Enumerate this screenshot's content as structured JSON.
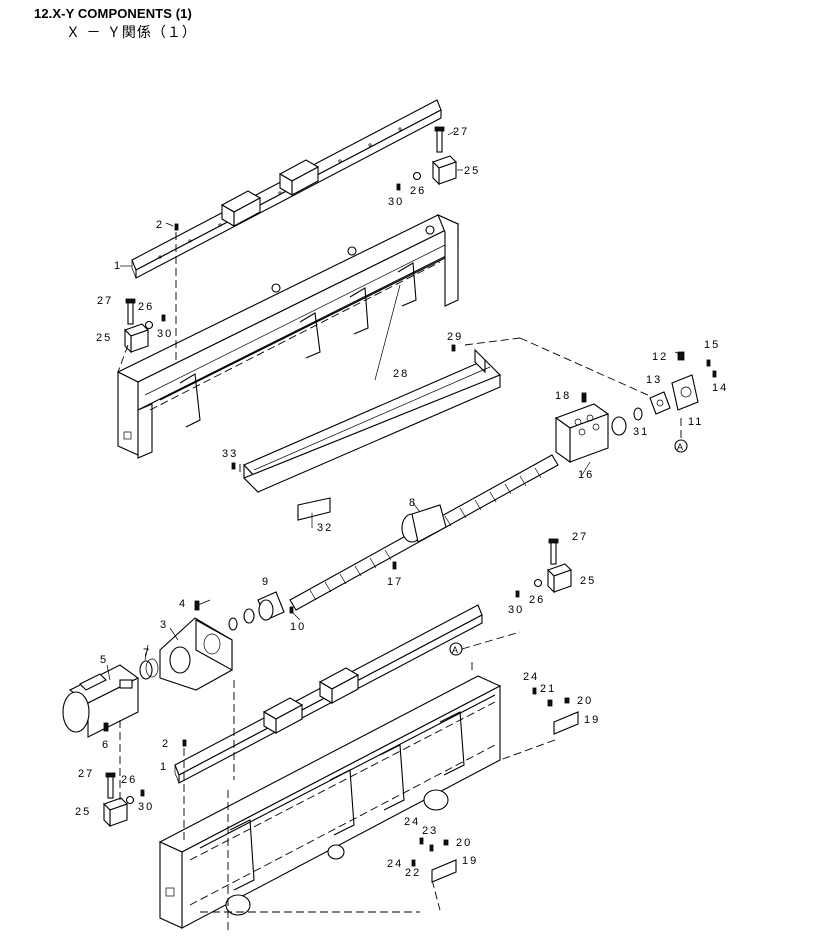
{
  "header": {
    "title": "12.X-Y COMPONENTS (1)",
    "subtitle": "Ｘ － Ｙ関係（１）"
  },
  "callouts": [
    {
      "id": "c27a",
      "text": "27"
    },
    {
      "id": "c25a",
      "text": "25"
    },
    {
      "id": "c26a",
      "text": "26"
    },
    {
      "id": "c30a",
      "text": "30"
    },
    {
      "id": "c2a",
      "text": "2"
    },
    {
      "id": "c1a",
      "text": "1"
    },
    {
      "id": "c27b",
      "text": "27"
    },
    {
      "id": "c26b",
      "text": "26"
    },
    {
      "id": "c25b",
      "text": "25"
    },
    {
      "id": "c30b",
      "text": "30"
    },
    {
      "id": "c29",
      "text": "29"
    },
    {
      "id": "c28",
      "text": "28"
    },
    {
      "id": "c12",
      "text": "12"
    },
    {
      "id": "c15",
      "text": "15"
    },
    {
      "id": "c13",
      "text": "13"
    },
    {
      "id": "c14",
      "text": "14"
    },
    {
      "id": "c18",
      "text": "18"
    },
    {
      "id": "c11",
      "text": "11"
    },
    {
      "id": "c31",
      "text": "31"
    },
    {
      "id": "cA1",
      "text": "A"
    },
    {
      "id": "c33",
      "text": "33"
    },
    {
      "id": "c16",
      "text": "16"
    },
    {
      "id": "c8",
      "text": "8"
    },
    {
      "id": "c32",
      "text": "32"
    },
    {
      "id": "c27c",
      "text": "27"
    },
    {
      "id": "c25c",
      "text": "25"
    },
    {
      "id": "c17",
      "text": "17"
    },
    {
      "id": "c9",
      "text": "9"
    },
    {
      "id": "c26c",
      "text": "26"
    },
    {
      "id": "c30c",
      "text": "30"
    },
    {
      "id": "c4",
      "text": "4"
    },
    {
      "id": "c10",
      "text": "10"
    },
    {
      "id": "c3",
      "text": "3"
    },
    {
      "id": "c5",
      "text": "5"
    },
    {
      "id": "c7",
      "text": "7"
    },
    {
      "id": "cA2",
      "text": "A"
    },
    {
      "id": "c24a",
      "text": "24"
    },
    {
      "id": "c21",
      "text": "21"
    },
    {
      "id": "c20a",
      "text": "20"
    },
    {
      "id": "c19a",
      "text": "19"
    },
    {
      "id": "c6",
      "text": "6"
    },
    {
      "id": "c2b",
      "text": "2"
    },
    {
      "id": "c1b",
      "text": "1"
    },
    {
      "id": "c27d",
      "text": "27"
    },
    {
      "id": "c26d",
      "text": "26"
    },
    {
      "id": "c30d",
      "text": "30"
    },
    {
      "id": "c25d",
      "text": "25"
    },
    {
      "id": "c24b",
      "text": "24"
    },
    {
      "id": "c23",
      "text": "23"
    },
    {
      "id": "c20b",
      "text": "20"
    },
    {
      "id": "c24c",
      "text": "24"
    },
    {
      "id": "c22",
      "text": "22"
    },
    {
      "id": "c19b",
      "text": "19"
    }
  ]
}
